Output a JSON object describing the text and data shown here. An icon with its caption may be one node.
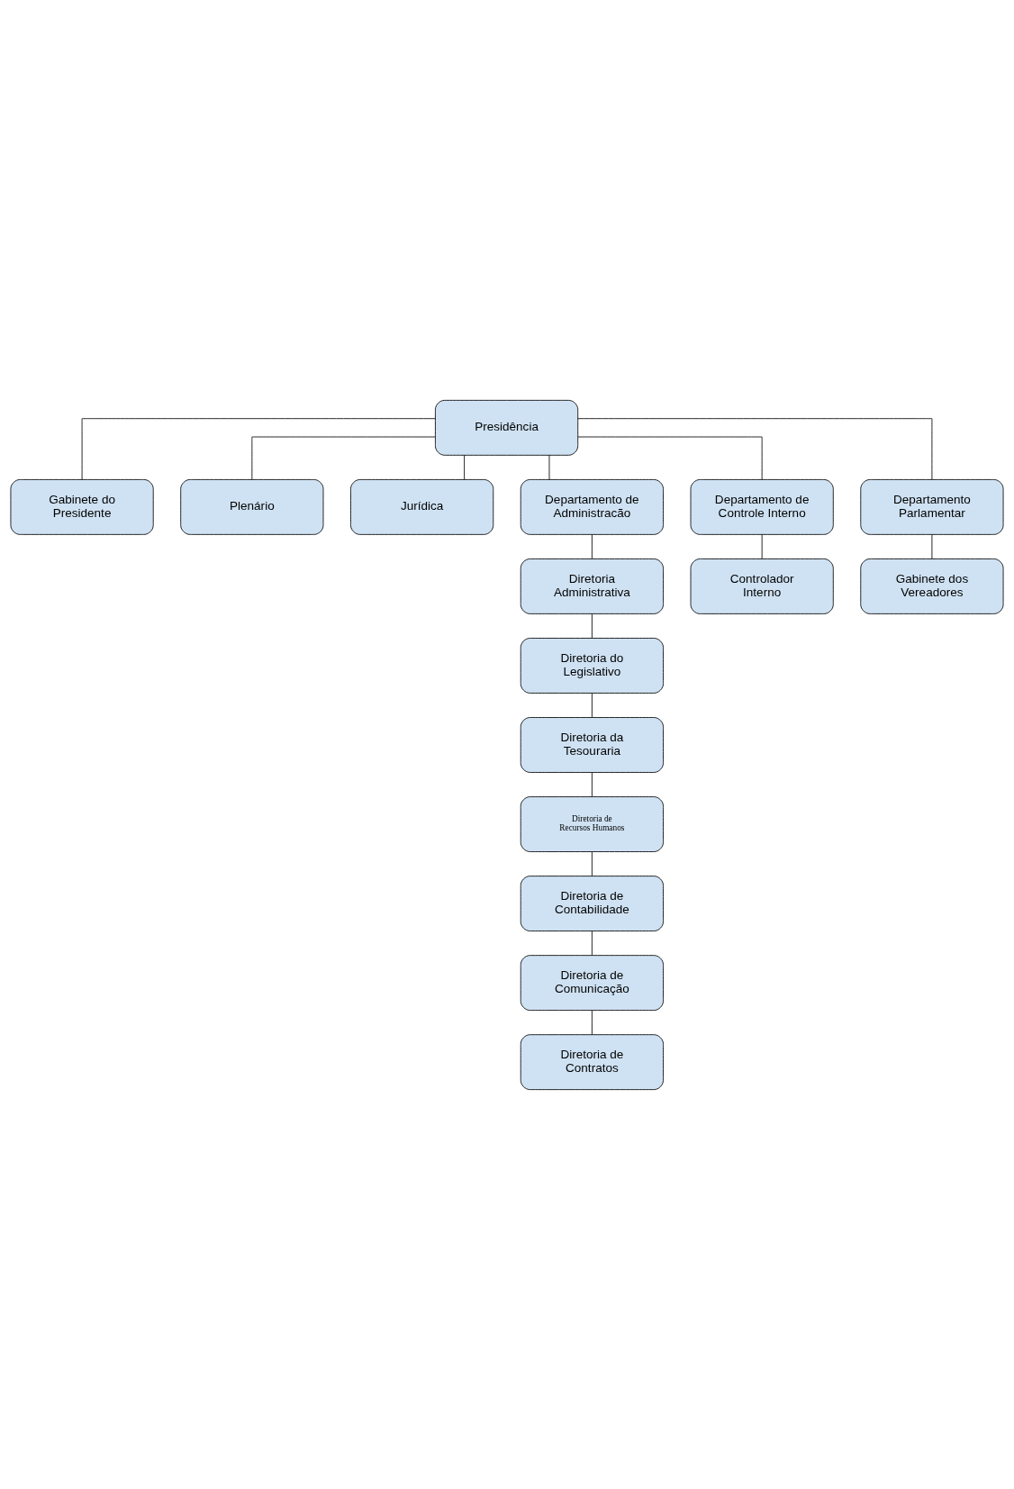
{
  "diagram": {
    "nodes": [
      {
        "text": [
          "Presidência"
        ]
      },
      {
        "text": [
          "Gabinete do Presidente"
        ]
      },
      {
        "text": [
          "Plenário"
        ]
      },
      {
        "text": [
          "Jurídica"
        ]
      },
      {
        "text": [
          "Departamento de Administracão"
        ]
      },
      {
        "text": [
          "Departamento de Controle Interno"
        ]
      },
      {
        "text": [
          "Departamento Parlamentar"
        ]
      },
      {
        "text": [
          "Diretoria Administrativa"
        ]
      },
      {
        "text": [
          "Controlador Interno"
        ]
      },
      {
        "text": [
          "Gabinete dos Vereadores"
        ]
      },
      {
        "text": [
          "Diretoria do Legislativo"
        ]
      },
      {
        "text": [
          "Diretoria da Tesouraria"
        ]
      },
      {
        "text": [
          "Diretoria de Recursos Humanos"
        ]
      },
      {
        "text": [
          "Diretoria de Contabilidade"
        ]
      },
      {
        "text": [
          "Diretoria de Comunicação"
        ]
      },
      {
        "text": [
          "Diretoria de Contratos"
        ]
      }
    ],
    "edges": [
      {
        "from": 0,
        "to": 1,
        "arrow": "none"
      },
      {
        "from": 0,
        "to": 2,
        "arrow": "none"
      },
      {
        "from": 0,
        "to": 3,
        "arrow": "none"
      },
      {
        "from": 0,
        "to": 4,
        "arrow": "none"
      },
      {
        "from": 0,
        "to": 5,
        "arrow": "none"
      },
      {
        "from": 0,
        "to": 6,
        "arrow": "none"
      },
      {
        "from": 4,
        "to": 7,
        "arrow": "none"
      },
      {
        "from": 5,
        "to": 8,
        "arrow": "none"
      },
      {
        "from": 6,
        "to": 9,
        "arrow": "none"
      },
      {
        "from": 7,
        "to": 10,
        "arrow": "none"
      },
      {
        "from": 10,
        "to": 11,
        "arrow": "none"
      },
      {
        "from": 11,
        "to": 12,
        "arrow": "none"
      },
      {
        "from": 12,
        "to": 13,
        "arrow": "none"
      },
      {
        "from": 13,
        "to": 14,
        "arrow": "none"
      },
      {
        "from": 14,
        "to": 15,
        "arrow": "none"
      }
    ]
  }
}
